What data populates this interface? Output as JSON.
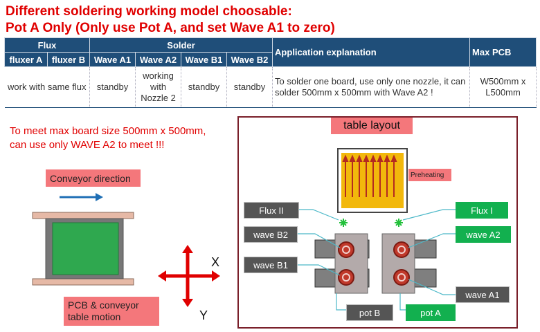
{
  "header": {
    "title_line1": "Different soldering working model choosable:",
    "title_line2": "Pot A Only (Only use Pot A, and set Wave A1 to zero)"
  },
  "table": {
    "group_headers": [
      "Flux",
      "Solder",
      "Application explanation",
      "Max PCB"
    ],
    "sub_headers": [
      "fluxer A",
      "fluxer B",
      "Wave A1",
      "Wave A2",
      "Wave B1",
      "Wave B2"
    ],
    "row": {
      "flux": "work with same flux",
      "wave_a1": "standby",
      "wave_a2": "working with Nozzle 2",
      "wave_b1": "standby",
      "wave_b2": "standby",
      "explanation": "To solder one board, use only one nozzle, it can solder 500mm x 500mm with Wave A2 !",
      "max_pcb": "W500mm x L500mm"
    }
  },
  "note": {
    "line1": "To meet max board size 500mm x 500mm,",
    "line2": "can use only WAVE A2 to meet !!!"
  },
  "conveyor": {
    "direction_label": "Conveyor direction",
    "motion_label_line1": "PCB & conveyor",
    "motion_label_line2": "table motion"
  },
  "axes": {
    "x": "X",
    "y": "Y"
  },
  "table_layout": {
    "title": "table layout",
    "preheating": "Preheating",
    "flux_2": "Flux II",
    "flux_1": "Flux I",
    "wave_b2": "wave B2",
    "wave_b1": "wave B1",
    "wave_a2": "wave A2",
    "wave_a1": "wave A1",
    "pot_b": "pot B",
    "pot_a": "pot A"
  },
  "colors": {
    "title_red": "#e00000",
    "table_header": "#1f4e79",
    "label_red_box": "#f4777b",
    "label_dark_box": "#555555",
    "label_green_box": "#12b04f",
    "pcb_green": "#2fa84f",
    "axis_red": "#e00000",
    "arrow_blue": "#1f6fb5",
    "preheat_yellow": "#f2b80c",
    "leader_line": "#4bb8c8"
  }
}
